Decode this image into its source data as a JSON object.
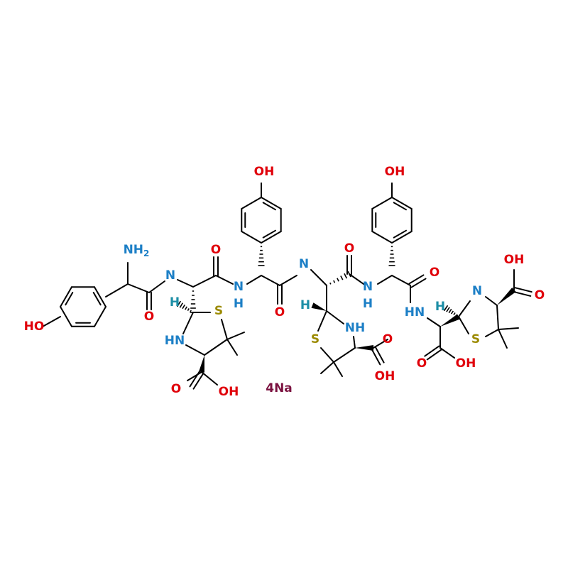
{
  "colors": {
    "bond": "#000000",
    "oxygen": "#e0000a",
    "nitrogen": "#1c7fc6",
    "sulfur": "#9b8a00",
    "hydrogen": "#1c8ea6",
    "sodium": "#7b1240"
  },
  "labels": {
    "nh2_main": "NH",
    "nh2_sub": "2",
    "ho": "HO",
    "oh": "OH",
    "o": "O",
    "n": "N",
    "h": "H",
    "hn": "HN",
    "nh": "NH",
    "s": "S",
    "cooh_left": "OH",
    "salt": "4Na"
  }
}
